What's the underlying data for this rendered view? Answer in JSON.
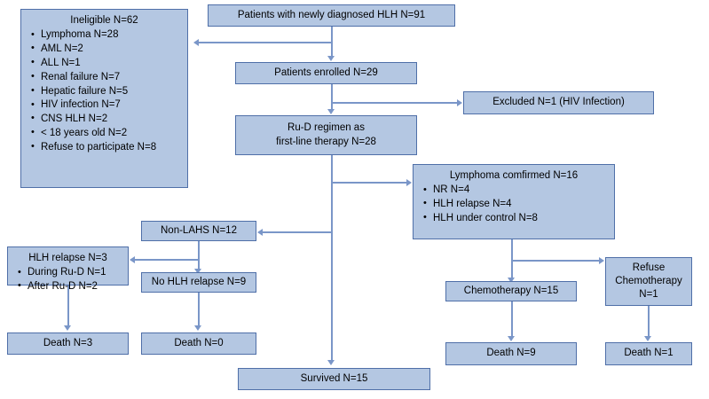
{
  "diagram": {
    "type": "flowchart",
    "title": "HLH patient enrollment and outcome flow",
    "colors": {
      "node_fill": "#b4c7e2",
      "node_border": "#4f6fa8",
      "connector": "#7a96c8",
      "text": "#000000",
      "background": "#ffffff"
    },
    "nodes": {
      "ineligible": {
        "title": "Ineligible N=62",
        "items": [
          "Lymphoma N=28",
          "AML N=2",
          "ALL N=1",
          "Renal failure N=7",
          "Hepatic failure N=5",
          "HIV infection N=7",
          "CNS HLH N=2",
          "< 18 years old N=2",
          "Refuse to participate N=8"
        ]
      },
      "diagnosed": {
        "title": "Patients with newly diagnosed HLH N=91"
      },
      "enrolled": {
        "title": "Patients enrolled N=29"
      },
      "excluded": {
        "title": "Excluded N=1 (HIV Infection)"
      },
      "rud_regimen": {
        "line1": "Ru-D regimen as",
        "line2": "first-line therapy N=28"
      },
      "lymphoma_confirmed": {
        "title": "Lymphoma comfirmed N=16",
        "items": [
          "NR N=4",
          "HLH relapse N=4",
          "HLH under control N=8"
        ]
      },
      "non_lahs": {
        "title": "Non-LAHS N=12"
      },
      "hlh_relapse": {
        "title": "HLH relapse N=3",
        "items": [
          "During Ru-D N=1",
          "After Ru-D N=2"
        ]
      },
      "no_hlh_relapse": {
        "title": "No HLH relapse N=9"
      },
      "death_relapse": {
        "title": "Death N=3"
      },
      "death_no_relapse": {
        "title": "Death N=0"
      },
      "chemotherapy": {
        "title": "Chemotherapy N=15"
      },
      "refuse_chemotherapy": {
        "line1": "Refuse",
        "line2": "Chemotherapy",
        "line3": "N=1"
      },
      "death_chemo": {
        "title": "Death N=9"
      },
      "death_refuse": {
        "title": "Death N=1"
      },
      "survived": {
        "title": "Survived N=15"
      }
    }
  }
}
